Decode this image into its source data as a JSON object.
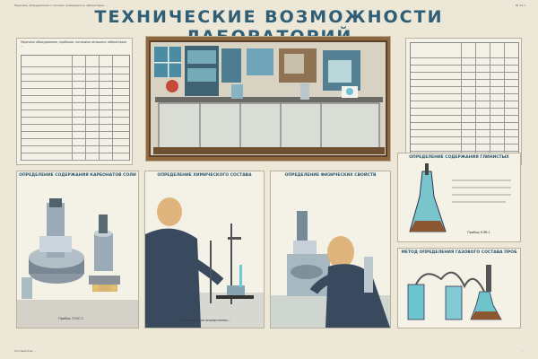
{
  "title": "ТЕХНИЧЕСКИЕ ВОЗМОЖНОСТИ ЛАБОРАТОРИЙ",
  "header_left_note": "Перечень оборудования и техники, имеющихся в лаборатории ...",
  "header_right_note": "№ 11.1",
  "sections": {
    "left_table_intro": "Перечень оборудования, приборов, которыми оснащена лаборатория ...",
    "right_table_intro": "",
    "panel_1": {
      "title": "ОПРЕДЕЛЕНИЕ СОДЕРЖАНИЯ КАРБОНАТОВ СОЛИ",
      "caption": "Прибор ТСКС-2"
    },
    "panel_2": {
      "title": "ОПРЕДЕЛЕНИЕ ХИМИЧЕСКОГО СОСТАВА",
      "caption": "Установка для определения..."
    },
    "panel_3": {
      "title": "ОПРЕДЕЛЕНИЕ ФИЗИЧЕСКИХ СВОЙСТВ",
      "caption": ""
    },
    "panel_4": {
      "title": "ОПРЕДЕЛЕНИЕ СОДЕРЖАНИЯ ГЛИНИСТЫХ",
      "caption": "Прибор КЛВ-1"
    },
    "panel_5": {
      "title": "МЕТОД ОПРЕДЕЛЕНИЯ ГАЗОВОГО СОСТАВА ПРОБ",
      "caption": ""
    }
  },
  "colors": {
    "title": "#2f5f77",
    "background": "#ece7d7",
    "lab_wall": "#8e6a43",
    "lab_blue": "#4f7e95",
    "coat": "#3c4a5a",
    "glass": "#67c0cc"
  },
  "footer_left": "Составитель: ...",
  "footer_right": "..."
}
